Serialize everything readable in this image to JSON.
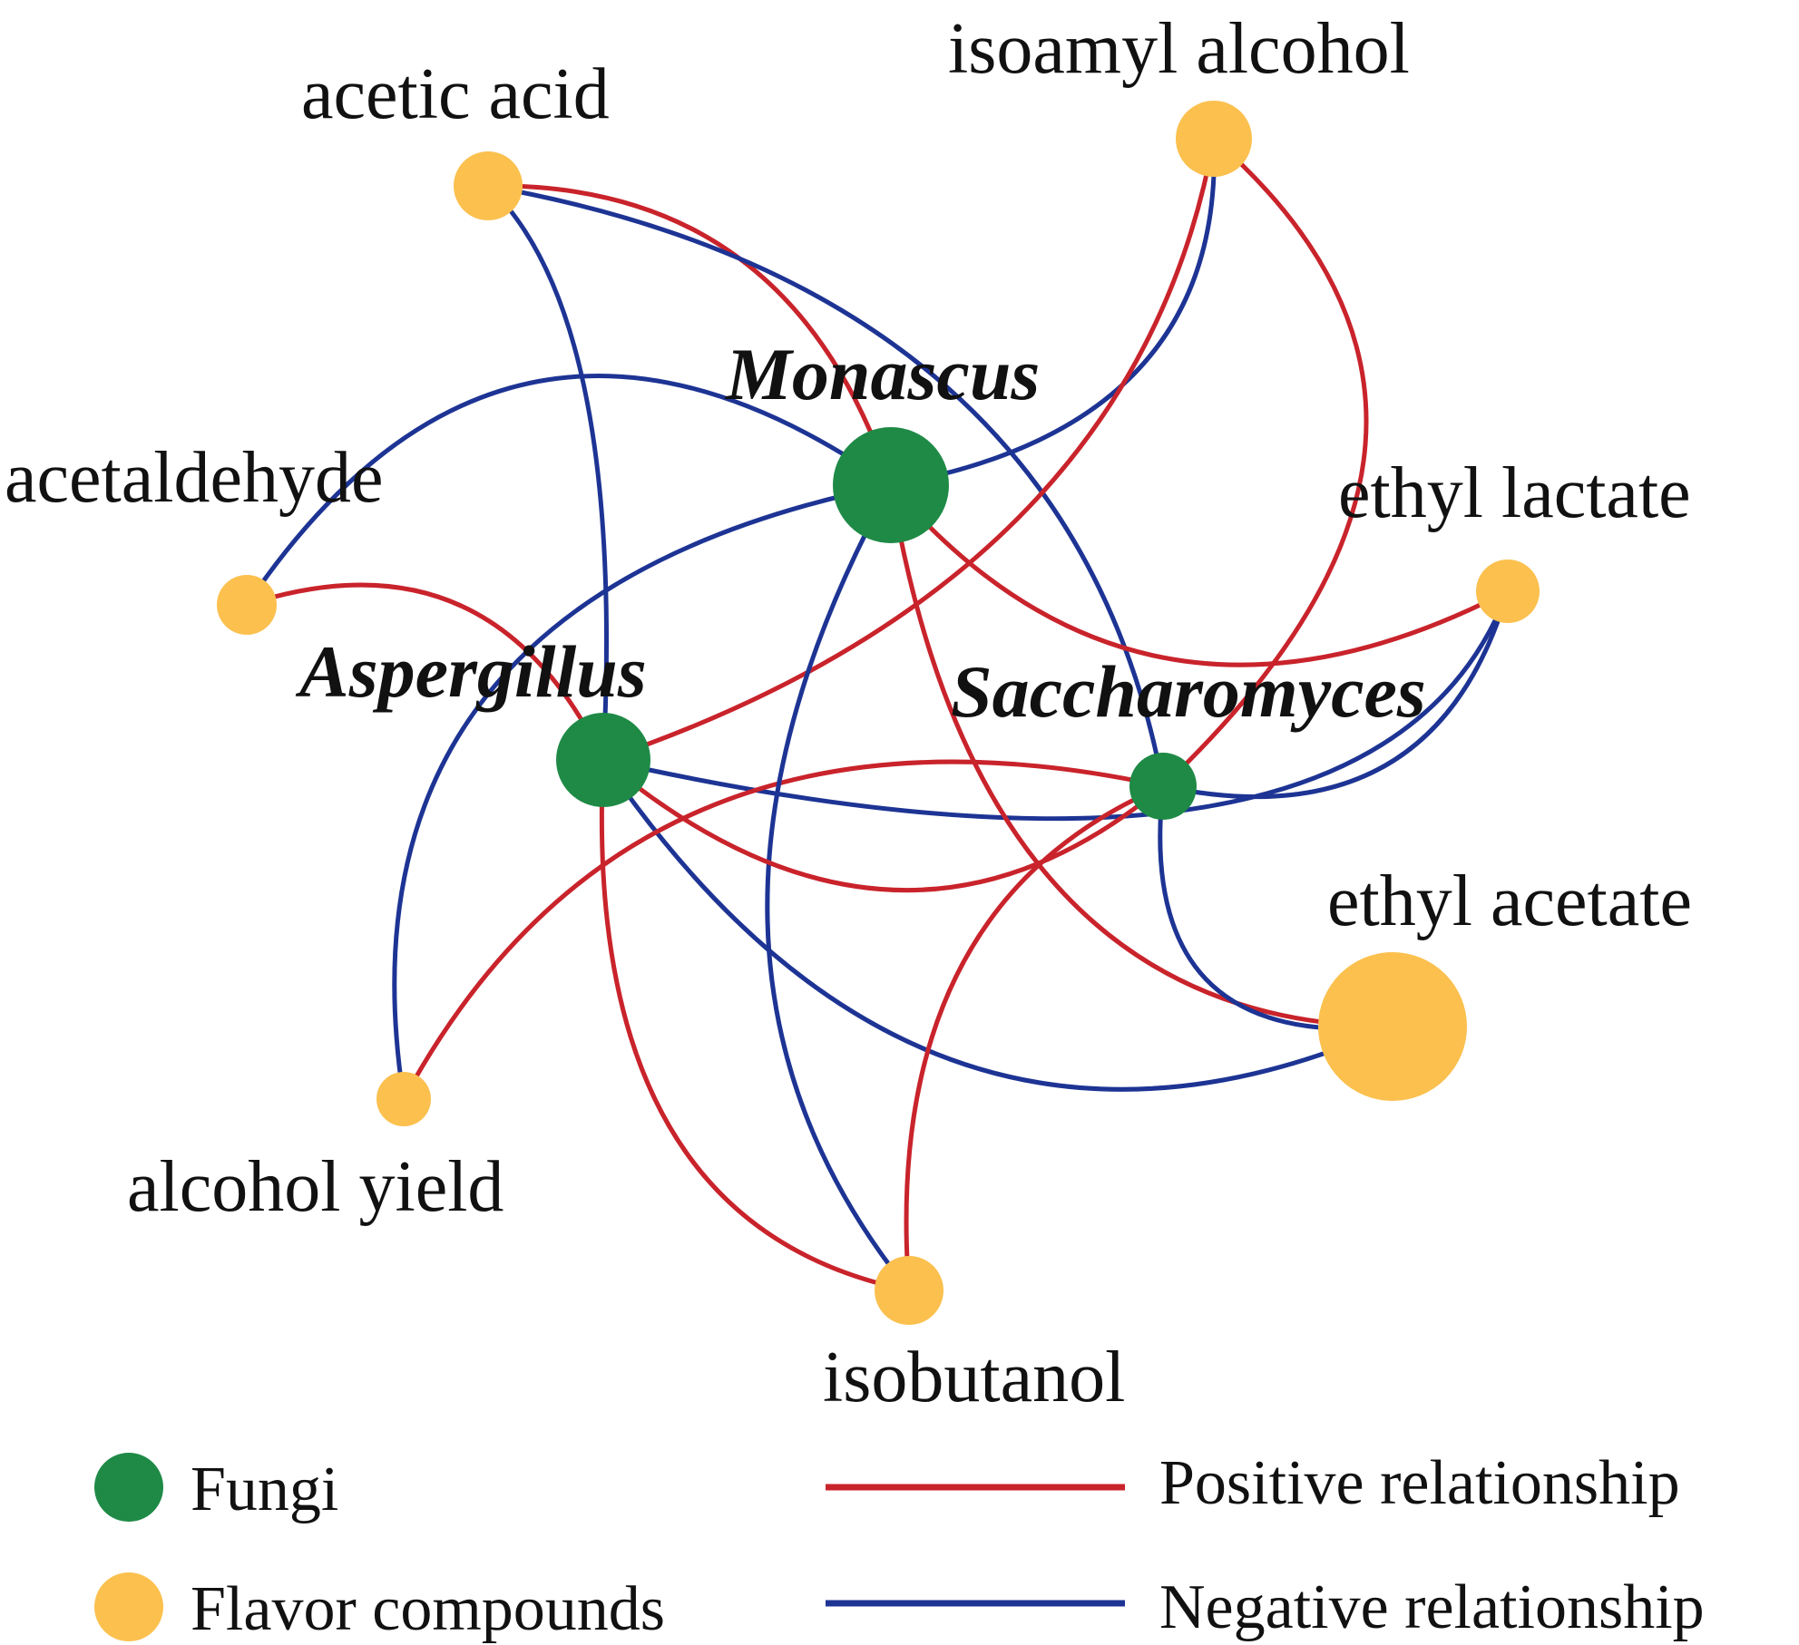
{
  "colors": {
    "fungi": "#1e8a46",
    "flavor": "#fbc04e",
    "positive": "#c9232b",
    "negative": "#1d3494"
  },
  "nodes": {
    "monascus": {
      "label": "Monascus",
      "group": "fungi"
    },
    "aspergillus": {
      "label": "Aspergillus",
      "group": "fungi"
    },
    "saccharomyces": {
      "label": "Saccharomyces",
      "group": "fungi"
    },
    "acetic_acid": {
      "label": "acetic acid",
      "group": "flavor"
    },
    "isoamyl_alcohol": {
      "label": "isoamyl alcohol",
      "group": "flavor"
    },
    "acetaldehyde": {
      "label": "acetaldehyde",
      "group": "flavor"
    },
    "ethyl_lactate": {
      "label": "ethyl lactate",
      "group": "flavor"
    },
    "ethyl_acetate": {
      "label": "ethyl acetate",
      "group": "flavor"
    },
    "alcohol_yield": {
      "label": "alcohol yield",
      "group": "flavor"
    },
    "isobutanol": {
      "label": "isobutanol",
      "group": "flavor"
    }
  },
  "edges": [
    {
      "source": "acetic_acid",
      "target": "monascus",
      "relationship": "positive"
    },
    {
      "source": "acetic_acid",
      "target": "aspergillus",
      "relationship": "negative"
    },
    {
      "source": "acetic_acid",
      "target": "saccharomyces",
      "relationship": "negative"
    },
    {
      "source": "isoamyl_alcohol",
      "target": "monascus",
      "relationship": "negative"
    },
    {
      "source": "isoamyl_alcohol",
      "target": "aspergillus",
      "relationship": "positive"
    },
    {
      "source": "isoamyl_alcohol",
      "target": "saccharomyces",
      "relationship": "positive"
    },
    {
      "source": "acetaldehyde",
      "target": "monascus",
      "relationship": "negative"
    },
    {
      "source": "acetaldehyde",
      "target": "aspergillus",
      "relationship": "positive"
    },
    {
      "source": "ethyl_lactate",
      "target": "monascus",
      "relationship": "positive"
    },
    {
      "source": "ethyl_lactate",
      "target": "aspergillus",
      "relationship": "negative"
    },
    {
      "source": "ethyl_lactate",
      "target": "saccharomyces",
      "relationship": "negative"
    },
    {
      "source": "ethyl_acetate",
      "target": "monascus",
      "relationship": "positive"
    },
    {
      "source": "ethyl_acetate",
      "target": "aspergillus",
      "relationship": "negative"
    },
    {
      "source": "ethyl_acetate",
      "target": "saccharomyces",
      "relationship": "negative"
    },
    {
      "source": "alcohol_yield",
      "target": "monascus",
      "relationship": "negative"
    },
    {
      "source": "alcohol_yield",
      "target": "saccharomyces",
      "relationship": "positive"
    },
    {
      "source": "isobutanol",
      "target": "monascus",
      "relationship": "negative"
    },
    {
      "source": "isobutanol",
      "target": "aspergillus",
      "relationship": "positive"
    },
    {
      "source": "isobutanol",
      "target": "saccharomyces",
      "relationship": "positive"
    },
    {
      "source": "aspergillus",
      "target": "saccharomyces",
      "relationship": "positive"
    }
  ],
  "legend": {
    "fungi": "Fungi",
    "flavor": "Flavor compounds",
    "positive": "Positive relationship",
    "negative": "Negative relationship"
  }
}
